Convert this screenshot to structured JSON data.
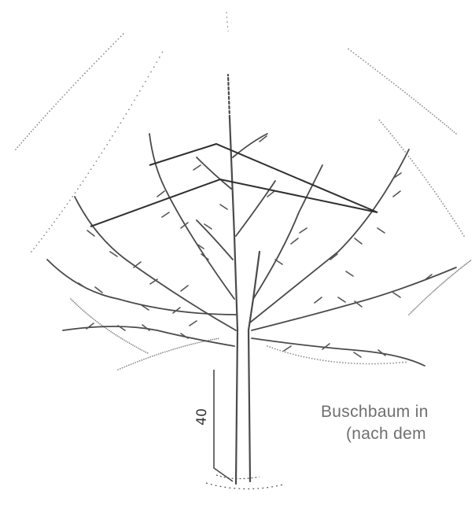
{
  "caption": {
    "line_1": "Buschbaum in",
    "line_2": "(nach dem"
  },
  "trunk_mark": "40",
  "colors": {
    "ink": "#4a4a4a",
    "dots": "#8a8a8a",
    "caption": "#6f6f6f",
    "background": "#ffffff"
  }
}
